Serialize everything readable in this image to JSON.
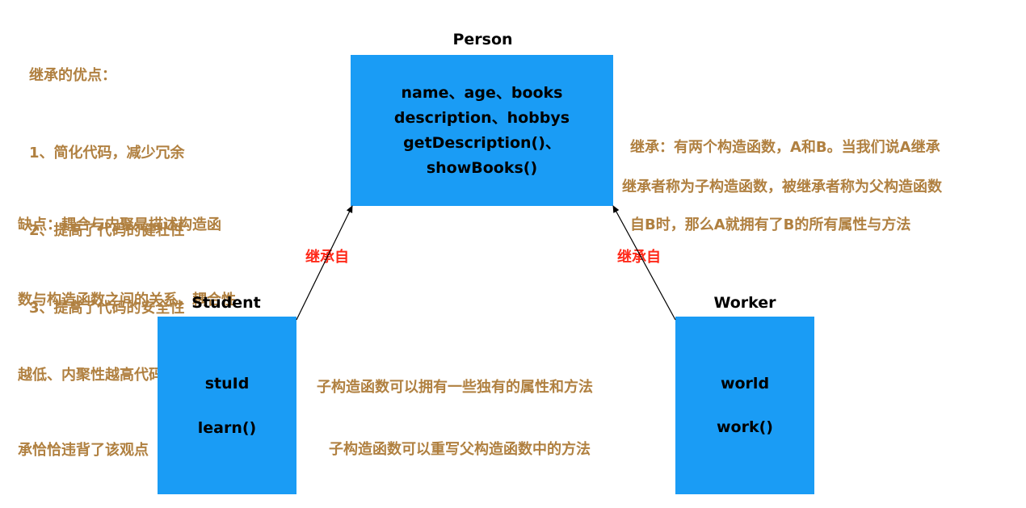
{
  "advantages": {
    "title": "继承的优点：",
    "items": [
      "1、简化代码，减少冗余",
      "2、提高了代码的健壮性",
      "3、提高了代码的安全性"
    ]
  },
  "disadvantages": {
    "lines": [
      "缺点：耦合与内聚是描述构造函",
      "数与构造函数之间的关系，耦合性",
      "越低、内聚性越高代码越好，而继",
      "承恰恰违背了该观点"
    ]
  },
  "definition": {
    "lines": [
      "继承：有两个构造函数，A和B。当我们说A继承",
      "自B时，那么A就拥有了B的所有属性与方法"
    ]
  },
  "naming_note": "继承者称为子构造函数，被继承者称为父构造函数",
  "child_notes": [
    "子构造函数可以拥有一些独有的属性和方法",
    "子构造函数可以重写父构造函数中的方法"
  ],
  "inherit_label": "继承自",
  "person": {
    "title": "Person",
    "members": [
      "name、age、books",
      "description、hobbys",
      "getDescription()、showBooks()"
    ]
  },
  "student": {
    "title": "Student",
    "members": [
      "stuId",
      "learn()"
    ]
  },
  "worker": {
    "title": "Worker",
    "members": [
      "world",
      "work()"
    ]
  },
  "colors": {
    "box": "#1a9cf5",
    "note_text": "#b08040",
    "inherit_label": "#ff2a1a"
  }
}
